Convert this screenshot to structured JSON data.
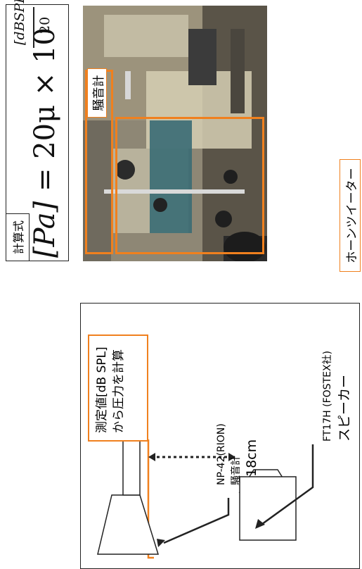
{
  "formula": {
    "tag": "計算式",
    "lhs": "[Pa]",
    "mid": "= 20μ × 10",
    "exp_numerator": "[dBSPL]",
    "exp_denominator": "20"
  },
  "photo": {
    "meter_label": "騒音計",
    "tweeter_label": "ホーンツイーター"
  },
  "diagram": {
    "note_line1": "測定値[dB SPL]",
    "note_line2": "から圧力を計算",
    "meter_model": "NP-42(RION)",
    "meter_name": "騒音計",
    "distance": "18cm",
    "speaker_model": "FT17H (FOSTEX社)",
    "speaker_name": "スピーカー"
  },
  "colors": {
    "accent": "#f0801e",
    "line": "#222222"
  }
}
